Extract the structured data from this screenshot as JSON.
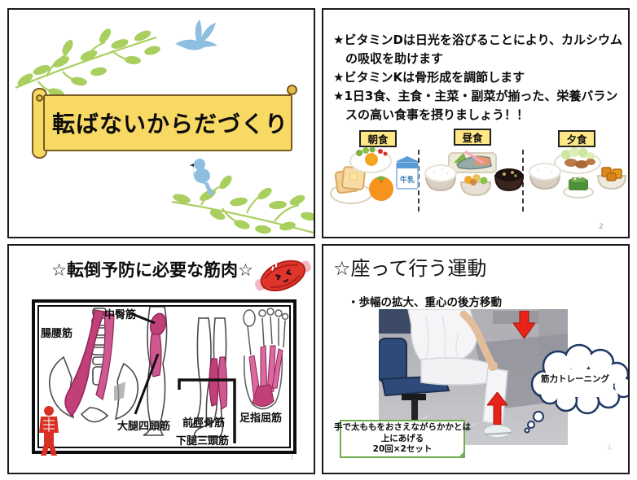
{
  "document": {
    "type": "presentation-handout",
    "layout": "2x2-slides"
  },
  "colors": {
    "banner_yellow": "#F8D964",
    "leaf_green": "#A9CF5F",
    "bird_blue": "#8FBFE0",
    "meal_label_yellow": "#FFE885",
    "muscle_pink": "#C2407A",
    "muscle_red": "#DD3227",
    "arrow_red": "#E8231A",
    "bubble_navy": "#1F3864",
    "caption_green": "#6FAE4E"
  },
  "slide1": {
    "title": "転ばないからだづくり",
    "decorations": [
      "leaf-branch-top-left",
      "bluebird-flying",
      "leaf-branch-bottom-right",
      "bluebird-perched"
    ]
  },
  "slide2": {
    "lines": [
      {
        "text": "★ビタミンDは日光を浴びることにより、カルシウム"
      },
      {
        "text": "の吸収を助けます"
      },
      {
        "text": "★ビタミンKは骨形成を調節します"
      },
      {
        "text": "★1日3食、主食・主菜・副菜が揃った、栄養バラン"
      },
      {
        "text": "スの高い食事を摂りましょう！！"
      }
    ],
    "meals": [
      {
        "label": "朝食",
        "foods": [
          "toast",
          "fried-egg",
          "mandarin-orange",
          "milk-carton"
        ]
      },
      {
        "label": "昼食",
        "foods": [
          "rice-bowl",
          "grilled-fish",
          "simmered-vegetables",
          "miso-soup"
        ]
      },
      {
        "label": "夕食",
        "foods": [
          "rice-bowl",
          "meat-with-shredded-cabbage",
          "boiled-greens",
          "simmered-dish"
        ]
      }
    ],
    "milk_label": "牛乳",
    "page_number": "2"
  },
  "slide3": {
    "title": "☆転倒予防に必要な筋肉☆",
    "muscle_labels": [
      "腸腰筋",
      "中臀筋",
      "大腿四頭筋",
      "前脛骨筋",
      "下腿三頭筋",
      "足指屈筋"
    ],
    "page_number": "3"
  },
  "slide4": {
    "title": "☆座って行う運動",
    "bullet": "・歩幅の拡大、重心の後方移動",
    "thought_bubble": "筋力トレーニング",
    "caption_lines": [
      "手で太ももをおさえながらかかとは",
      "上にあげる",
      "20回×2セット"
    ],
    "page_number": "4"
  }
}
